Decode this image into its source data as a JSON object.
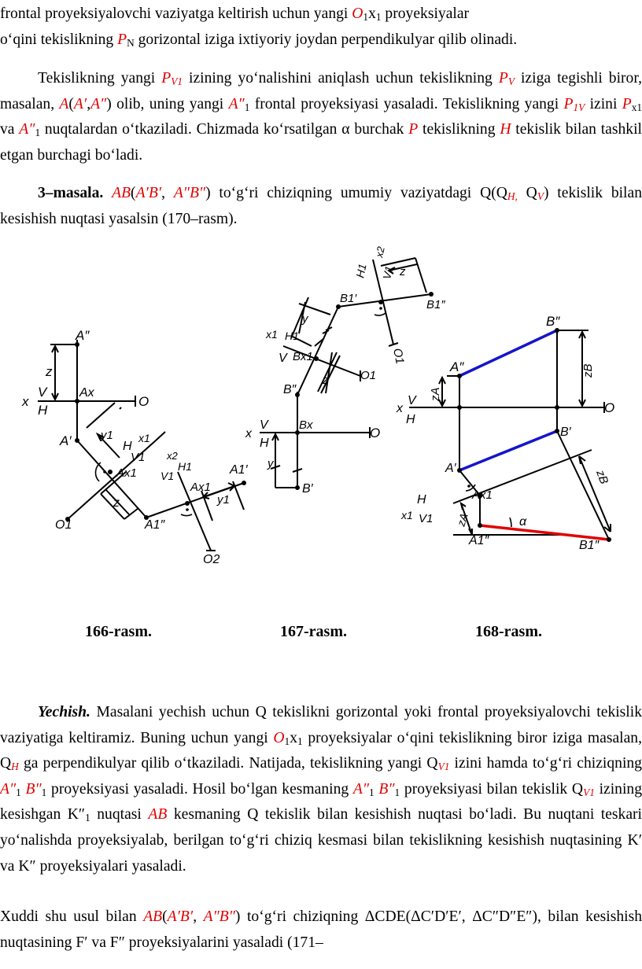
{
  "p1": {
    "l1a": "frontal proyeksiyalovchi vaziyatga keltirish uchun yangi ",
    "O": "O",
    "s1": "1",
    "x": "x",
    "s1b": "1",
    "l1b": " proyeksiyalar",
    "l2a": "o‘qini tekislikning ",
    "P": "P",
    "N": "N",
    "l2b": " gorizontal iziga ixtiyoriy joydan perpendikulyar qilib olinadi."
  },
  "p2": {
    "a": "Tekislikning yangi ",
    "P1": "P",
    "V1": "V1",
    "b": " izining yo‘nalishini aniqlash uchun tekislikning ",
    "P2": "P",
    "V": "V",
    "c": " iziga tegishli biror, masalan, ",
    "A": "A",
    "d": "(",
    "Ap": "A′",
    "e": ",",
    "App": "A″",
    "f": ") olib, uning yangi ",
    "A1pp": "A″",
    "one": "1",
    "g": " frontal proyeksiyasi yasaladi. Tekislikning yangi ",
    "P3": "P",
    "IV": "1V",
    "h": " izini ",
    "Px": "P",
    "x1": "x1",
    "i": " va ",
    "A2pp": "A″",
    "one2": "1",
    "j": " nuqtalardan o‘tkaziladi. Chizmada ko‘rsatilgan α burchak ",
    "P4": "P",
    "k": " tekislikning ",
    "H": "H",
    "l": " tekislik bilan tashkil etgan burchagi bo‘ladi."
  },
  "p3": {
    "title": "3–masala.",
    "AB": "AB",
    "open": "(",
    "ApBp": "A′B′",
    "comma": ", ",
    "AppBpp": "A″B″",
    "a": ") to‘g‘ri chiziqning umumiy vaziyatdagi Q(Q",
    "H": "H,",
    "b": " Q",
    "V": "V",
    "c": ") tekislik bilan kesishish nuqtasi yasalsin (170–rasm)."
  },
  "captions": [
    "166-rasm.",
    "167-rasm.",
    "168-rasm."
  ],
  "fig": {
    "f166": {
      "Ap2": "A″",
      "z": "z",
      "x": "x",
      "V": "V",
      "H": "H",
      "Ax": "Ax",
      "O": "O",
      "Ap": "A′",
      "y1": "y1",
      "Hx": "H",
      "x1": "x1",
      "V1": "V1",
      "Ax1": "Ax1",
      "z2": "z",
      "O1": "O1",
      "A1pp": "A1″",
      "x2": "x2",
      "H1": "H1",
      "V1b": "V1",
      "Ax1b": "Ax1",
      "A1p": "A1′",
      "y1b": "y1",
      "O2": "O2"
    },
    "f167": {
      "x2": "x2",
      "H1": "H1",
      "V1": "V1",
      "z": "z",
      "B1p": "B1′",
      "B1pp": "B1″",
      "x1": "x1",
      "H1b": "H1",
      "V": "V",
      "Bx1": "Bx1",
      "y": "y",
      "O1": "O1",
      "O1b": "O1",
      "Bpp": "B″",
      "zb": "z",
      "xx": "x",
      "Vb": "V",
      "Hb": "H",
      "Bx": "Bx",
      "O": "O",
      "yb": "y",
      "Bp": "B′"
    },
    "f168": {
      "Bpp": "B″",
      "App": "A″",
      "zB": "zB",
      "zA": "zA",
      "x": "x",
      "V": "V",
      "H": "H",
      "O": "O",
      "Bp": "B′",
      "Ap": "A′",
      "zB2": "zB",
      "Ax1": "Ax1",
      "H1": "H",
      "x1": "x1",
      "V1": "V1",
      "zA2": "zA",
      "alpha": "α",
      "A1pp": "A1″",
      "B1pp": "B1″"
    },
    "colors": {
      "blue": "#1515cc",
      "red": "#e00000"
    }
  },
  "p4": {
    "title": "Yechish.",
    "a": " Masalani yechish uchun Q tekislikni gorizontal yoki frontal proyeksiyalovchi tekislik vaziyatiga keltiramiz. Buning uchun yangi ",
    "O": "O",
    "s1": "1",
    "x": "x",
    "s1b": "1",
    "b": " proyeksiyalar o‘qini tekislikning biror iziga masalan, Q",
    "H": "H",
    "c": " ga perpendikulyar qilib o‘tkaziladi. Natijada, tekislikning yangi Q",
    "V1": "V1",
    "d": " izini hamda to‘g‘ri chiziqning ",
    "A": "A″",
    "one": "1",
    "sp": " ",
    "B": "B″",
    "one2": "1",
    "e": " proyeksiyasi yasaladi. Hosil bo‘lgan kesmaning ",
    "A2": "A″",
    "one3": "1",
    "sp2": " ",
    "B2": "B″",
    "one4": "1",
    "f": " proyeksiyasi bilan tekislik Q",
    "V1b": "V1",
    "g": " izining kesishgan K″",
    "one5": "1",
    "h": " nuqtasi ",
    "AB": "AB",
    "i": " kesmaning Q tekislik bilan kesishish nuqtasi bo‘ladi. Bu nuqtani teskari yo‘nalishda proyeksiyalab, berilgan to‘g‘ri chiziq kesmasi bilan tekislikning kesishish nuqtasining K′ va K″ proyeksiyalari yasaladi."
  },
  "p5": {
    "a": "Xuddi shu usul bilan ",
    "AB": "AB",
    "b": "(",
    "ApBp": "A′B′",
    "c": ", ",
    "AppBpp": "A″B″",
    "d": ") to‘g‘ri chiziqning ΔCDE(ΔC′D′E′, ΔC″D″E″), bilan kesishish nuqtasining F′ va F″ proyeksiyalarini yasaladi (171–"
  }
}
